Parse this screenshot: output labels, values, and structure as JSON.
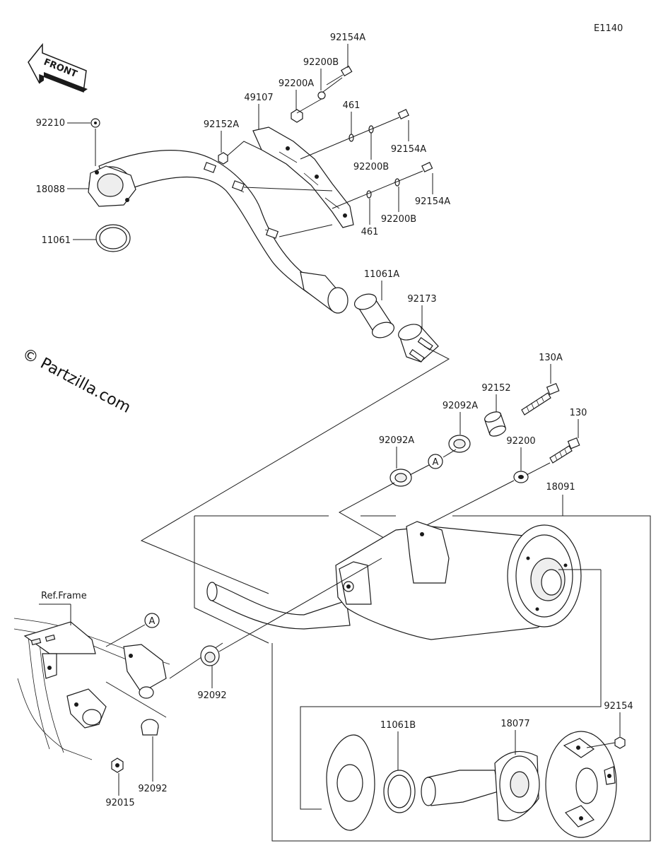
{
  "diagram_code": "E1140",
  "front_label": "FRONT",
  "watermark": "© Partzilla.com",
  "ref_frame_label": "Ref.Frame",
  "ref_marker": "A",
  "parts": {
    "p92154A_top": "92154A",
    "p92200B_top": "92200B",
    "p92200A": "92200A",
    "p49107": "49107",
    "p92152A": "92152A",
    "p92210": "92210",
    "p18088": "18088",
    "p11061": "11061",
    "p461_top": "461",
    "p92154A_mid": "92154A",
    "p92200B_mid": "92200B",
    "p92154A_low": "92154A",
    "p92200B_low": "92200B",
    "p461_low": "461",
    "p11061A": "11061A",
    "p92173": "92173",
    "p130A": "130A",
    "p92152": "92152",
    "p92092A_right": "92092A",
    "p130": "130",
    "p92092A_left": "92092A",
    "p92200": "92200",
    "p18091": "18091",
    "p92092_mid": "92092",
    "p92092_low": "92092",
    "p92015": "92015",
    "p11061B": "11061B",
    "p18077": "18077",
    "p92154": "92154"
  }
}
